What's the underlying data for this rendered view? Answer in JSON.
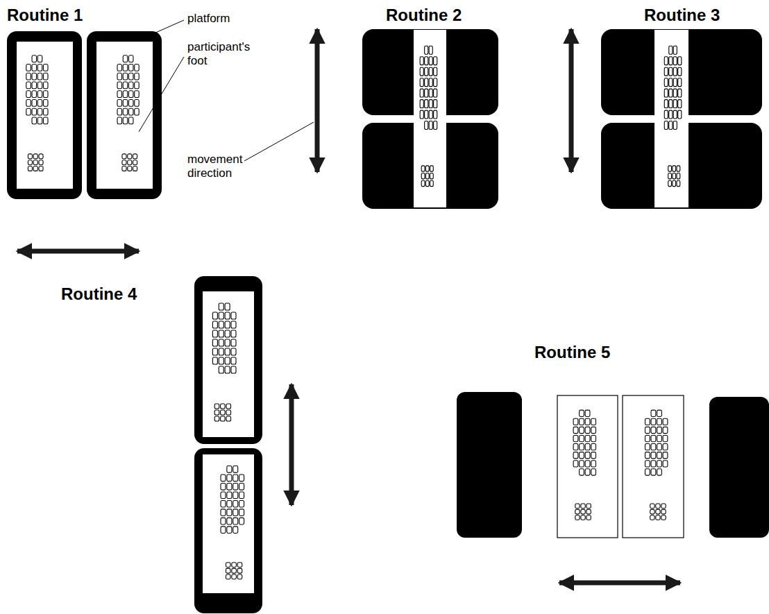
{
  "diagram": {
    "labels": [
      "Routine 1",
      "platform",
      "participant's foot",
      "movement direction",
      "Routine 2",
      "Routine 3",
      "Routine 4",
      "Routine 5"
    ]
  }
}
